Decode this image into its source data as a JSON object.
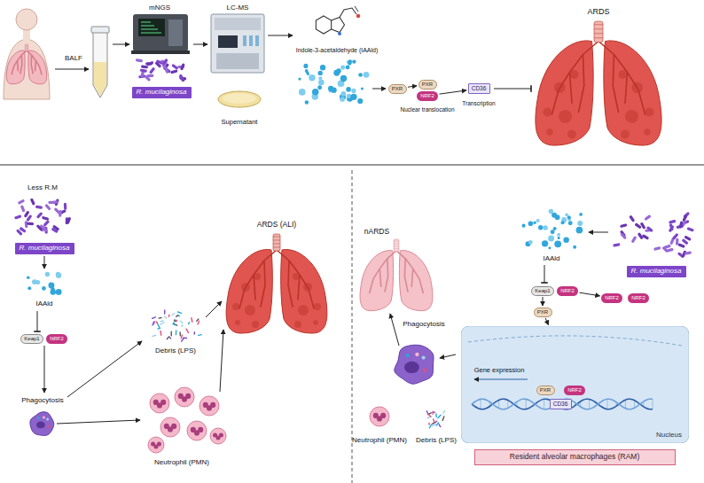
{
  "diagram": {
    "nodes": [
      {
        "text": [
          "R. mucilaginosa"
        ]
      },
      {
        "text": [
          "PXR"
        ]
      },
      {
        "text": [
          "PXR"
        ]
      },
      {
        "text": [
          "NRF2"
        ]
      },
      {
        "text": [
          "CD36"
        ]
      },
      {
        "text": [
          "R. mucilaginosa"
        ]
      },
      {
        "text": [
          "Keap1"
        ]
      },
      {
        "text": [
          "NRF2"
        ]
      },
      {
        "text": [
          "R. mucilaginosa"
        ]
      },
      {
        "text": [
          "Keap1"
        ]
      },
      {
        "text": [
          "NRF2"
        ]
      },
      {
        "text": [
          "NRF2"
        ]
      },
      {
        "text": [
          "NRF2"
        ]
      },
      {
        "text": [
          "PXR"
        ]
      },
      {
        "text": [
          "Nucleus"
        ]
      },
      {
        "text": [
          "PXR"
        ],
        "in": 14
      },
      {
        "text": [
          "NRF2"
        ],
        "in": 14
      },
      {
        "text": [
          "CD36"
        ],
        "in": 14
      },
      {
        "text": [
          "Resident alveolar macrophages (RAM)"
        ]
      }
    ],
    "edges": [
      {
        "from": 1,
        "to": 2,
        "arrow": "to"
      },
      {
        "from": 3,
        "to": 4,
        "arrow": "to"
      },
      {
        "from": 9,
        "to": 13,
        "arrow": "to"
      },
      {
        "from": 10,
        "to": 11,
        "arrow": "to"
      },
      {
        "from": 13,
        "to": 14,
        "arrow": "to"
      }
    ],
    "labels": [
      "BALF",
      "mNGS",
      "LC-MS",
      "Supernatant",
      "Indole-3-acetaldehyde (IAAld)",
      "Nuclear translocation",
      "Transcription",
      "ARDS",
      "Less R.M",
      "IAAld",
      "Debris (LPS)",
      "Phagocytosis",
      "ARDS (ALI)",
      "Neutrophil (PMN)",
      "nARDS",
      "IAAld",
      "Phagocytosis",
      "Gene expression",
      "Neutrophil (PMN)",
      "Debris (LPS)"
    ]
  }
}
